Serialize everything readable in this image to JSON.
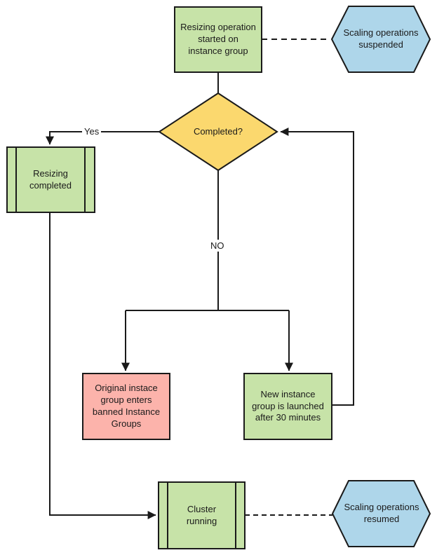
{
  "diagram": {
    "nodes": {
      "start": {
        "type": "process",
        "label": "Resizing operation\nstarted on\ninstance group"
      },
      "suspended": {
        "type": "hexagon",
        "label": "Scaling operations\nsuspended"
      },
      "decision": {
        "type": "decision",
        "label": "Completed?"
      },
      "resizing_completed": {
        "type": "predefined-process",
        "label": "Resizing\ncompleted"
      },
      "banned": {
        "type": "process",
        "label": "Original instace\ngroup enters\nbanned Instance\nGroups"
      },
      "new_group": {
        "type": "process",
        "label": "New instance\ngroup is launched\nafter 30 minutes"
      },
      "cluster": {
        "type": "predefined-process",
        "label": "Cluster\nrunning"
      },
      "resumed": {
        "type": "hexagon",
        "label": "Scaling operations\nresumed"
      }
    },
    "edge_labels": {
      "yes": "Yes",
      "no": "NO"
    },
    "colors": {
      "process_green": "#C7E3A8",
      "decision_yellow": "#FBD86E",
      "alert_pink": "#FCB3AB",
      "hexagon_blue": "#AED6EA",
      "stroke": "#1A1A1A"
    }
  }
}
